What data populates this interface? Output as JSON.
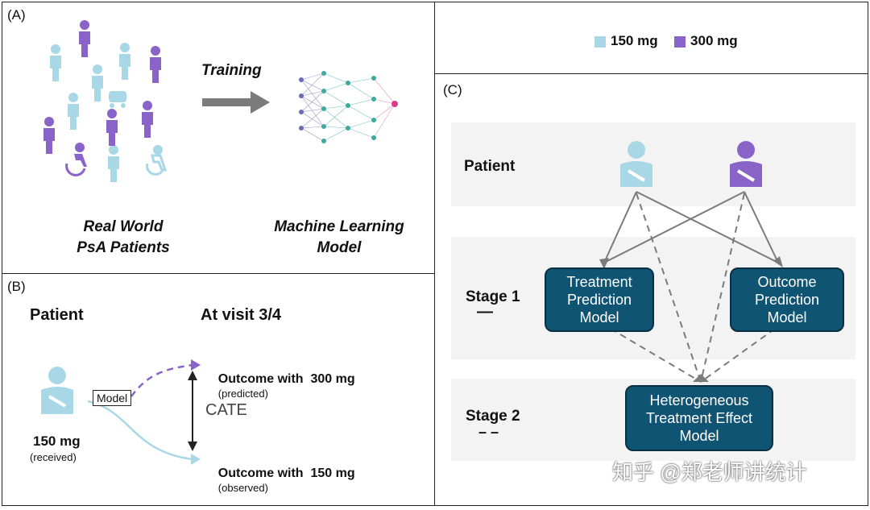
{
  "colors": {
    "light_blue": "#a8d8e6",
    "purple": "#8a63c9",
    "box_fill": "#0f5573",
    "arrow_gray": "#7b7b7b"
  },
  "panel_a": {
    "label": "(A)",
    "training_label": "Training",
    "patients_label_line1": "Real World",
    "patients_label_line2": "PsA Patients",
    "model_label_line1": "Machine Learning",
    "model_label_line2": "Model"
  },
  "panel_b": {
    "label": "(B)",
    "patient_heading": "Patient",
    "visit_heading": "At visit 3/4",
    "model_box": "Model",
    "dose_received": "150 mg",
    "dose_received_note": "(received)",
    "outcome_300": "Outcome with  300 mg",
    "outcome_300_note": "(predicted)",
    "outcome_150": "Outcome with  150 mg",
    "outcome_150_note": "(observed)",
    "cate": "CATE"
  },
  "legend": {
    "items": [
      {
        "label": "150 mg",
        "color": "#a8d8e6"
      },
      {
        "label": "300 mg",
        "color": "#8a63c9"
      }
    ]
  },
  "panel_c": {
    "label": "(C)",
    "row_patient": "Patient",
    "row_stage1": "Stage 1",
    "row_stage2": "Stage 2",
    "stage1_line": "—",
    "stage2_line": "– –",
    "box_treatment": [
      "Treatment",
      "Prediction",
      "Model"
    ],
    "box_outcome": [
      "Outcome",
      "Prediction",
      "Model"
    ],
    "box_hte": [
      "Heterogeneous",
      "Treatment Effect",
      "Model"
    ]
  },
  "watermark": "知乎 @郑老师讲统计"
}
